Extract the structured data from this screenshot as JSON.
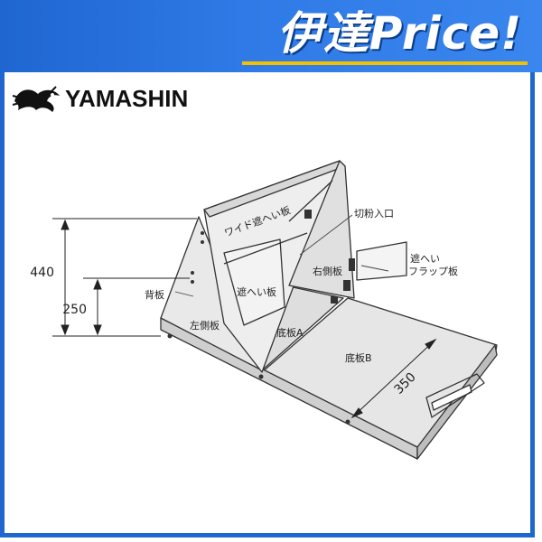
{
  "banner": {
    "title": "伊達Price!",
    "accent": "#1f66d0",
    "underline": "#f2c200"
  },
  "logo": {
    "text": "YAMASHIN",
    "icon": "dragon-icon"
  },
  "diagram": {
    "dimensions": {
      "height_total": "440",
      "height_back": "250",
      "depth": "350"
    },
    "labels": {
      "wide_shield": "ワイド遮へい板",
      "cut_inlet": "切粉入口",
      "shield_flap_1": "遮へい",
      "shield_flap_2": "フラップ板",
      "right_side": "右側板",
      "back_plate": "背板",
      "shield_plate": "遮へい板",
      "left_side": "左側板",
      "bottom_a": "底板A",
      "bottom_b": "底板B"
    }
  }
}
